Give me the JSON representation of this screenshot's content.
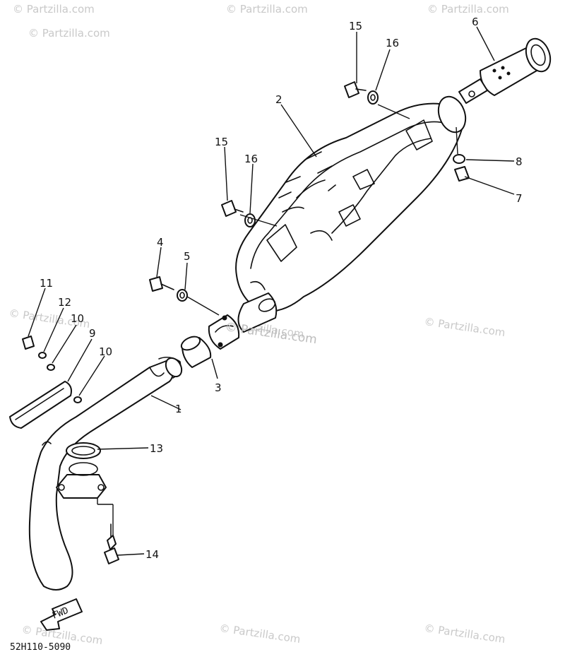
{
  "diagram": {
    "callouts": [
      {
        "id": "c1",
        "label": "1"
      },
      {
        "id": "c2",
        "label": "2"
      },
      {
        "id": "c3",
        "label": "3"
      },
      {
        "id": "c4",
        "label": "4"
      },
      {
        "id": "c5",
        "label": "5"
      },
      {
        "id": "c6",
        "label": "6"
      },
      {
        "id": "c7",
        "label": "7"
      },
      {
        "id": "c8",
        "label": "8"
      },
      {
        "id": "c9",
        "label": "9"
      },
      {
        "id": "c10a",
        "label": "10"
      },
      {
        "id": "c10b",
        "label": "10"
      },
      {
        "id": "c11",
        "label": "11"
      },
      {
        "id": "c12",
        "label": "12"
      },
      {
        "id": "c13",
        "label": "13"
      },
      {
        "id": "c14",
        "label": "14"
      },
      {
        "id": "c15a",
        "label": "15"
      },
      {
        "id": "c15b",
        "label": "15"
      },
      {
        "id": "c16a",
        "label": "16"
      },
      {
        "id": "c16b",
        "label": "16"
      }
    ],
    "fwd_label": "FWD",
    "diagram_code": "52H110-5090",
    "watermark": "© Partzilla.com"
  }
}
